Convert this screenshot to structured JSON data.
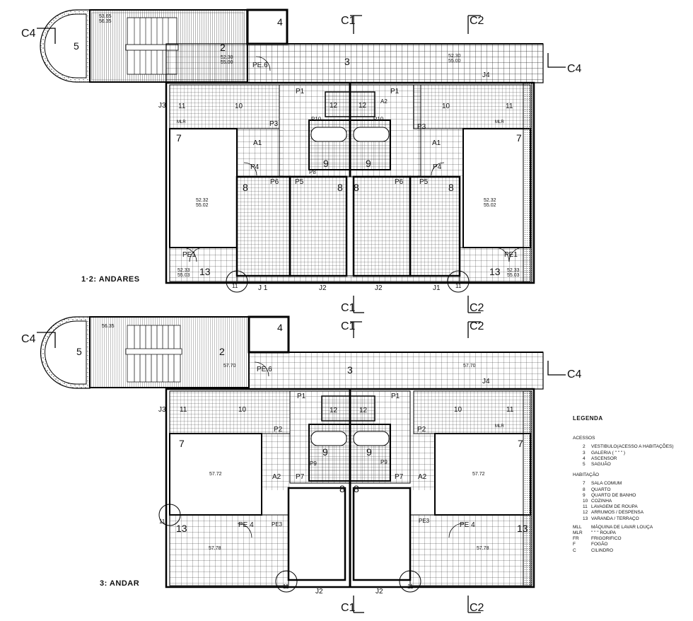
{
  "floors": {
    "upper": {
      "title": "1·2: ANDARES",
      "levels": {
        "stair": [
          "53.65",
          "56.35"
        ],
        "gallery_left": [
          "52.30",
          "55.00"
        ],
        "gallery_right": [
          "52.30",
          "55.00"
        ],
        "living_left": [
          "52.32",
          "55.02"
        ],
        "living_right": [
          "52.32",
          "55.02"
        ],
        "terrace_left": [
          "52.33",
          "55.03"
        ],
        "terrace_right": [
          "52.33",
          "55.03"
        ]
      }
    },
    "third": {
      "title": "3: ANDAR",
      "levels": {
        "stair": "56.35",
        "gallery_a": "57.70",
        "gallery_b": "57.70",
        "living_left": "57.72",
        "living_right": "57.72",
        "terrace_left": "57.78",
        "terrace_right": "57.78"
      }
    }
  },
  "sections": {
    "c1": "C1",
    "c2": "C2",
    "c4": "C4"
  },
  "upper_labels": {
    "r5": "5",
    "r4": "4",
    "r2": "2",
    "r3": "3",
    "pe6": "PE.6",
    "j4": "J4",
    "j3": "J3",
    "r11a": "11",
    "r10a": "10",
    "r10b": "10",
    "r11b": "11",
    "mlr_a": "MLR",
    "mlr_b": "MLR",
    "p1a": "P1",
    "p1b": "P1",
    "r12a": "12",
    "r12b": "12",
    "a2": "A2",
    "p3a": "P3",
    "p3b": "P3",
    "p10a": "P10",
    "p10b": "P10",
    "a1a": "A1",
    "a1b": "A1",
    "p4a": "P4",
    "p4b": "P4",
    "r9a": "9",
    "r9b": "9",
    "p8": "P8",
    "p6a": "P6",
    "p5a": "P5",
    "p6b": "P6",
    "p5b": "P5",
    "r7a": "7",
    "r7b": "7",
    "r8a": "8",
    "r8b": "8",
    "r8c": "8",
    "r8d": "8",
    "pe1a": "PE1",
    "pe1b": "PE1",
    "r13a": "13",
    "r13b": "13",
    "c11a": "11",
    "c11b": "11",
    "j1a": "J 1",
    "j2a": "J2",
    "j2b": "J2",
    "j1b": "J1"
  },
  "third_labels": {
    "r5": "5",
    "r4": "4",
    "r2": "2",
    "r3": "3",
    "pe6": "PE.6",
    "j4": "J4",
    "j3": "J3",
    "r11a": "11",
    "r10a": "10",
    "r10b": "10",
    "r11b": "11",
    "mlr": "MLR",
    "p1a": "P1",
    "p1b": "P1",
    "r12a": "12",
    "r12b": "12",
    "p2a": "P2",
    "p2b": "P2",
    "r9a": "9",
    "r9b": "9",
    "p9a": "P9",
    "p9b": "P9",
    "r7a": "7",
    "r7b": "7",
    "a2a": "A2",
    "p7a": "P7",
    "a2b": "A2",
    "p7b": "P7",
    "r8a": "8",
    "r8b": "8",
    "pe4a": "PE 4",
    "pe4b": "PE 4",
    "pe3a": "PE3",
    "pe3b": "PE3",
    "r13a": "13",
    "r13b": "13",
    "c11a": "11",
    "c11b": "11",
    "c11c": "11",
    "j2a": "J2",
    "j2b": "J2"
  },
  "legend": {
    "title": "LEGENDA",
    "access_title": "ACESSOS",
    "access": [
      {
        "code": "2",
        "text": "VESTIBULO(ACESSO A HABITAÇÕES)"
      },
      {
        "code": "3",
        "text": "GALERIA  (    \"      \"      \"      )"
      },
      {
        "code": "4",
        "text": "ASCENSOR"
      },
      {
        "code": "5",
        "text": "SAGUÃO"
      }
    ],
    "housing_title": "HABITAÇÃO",
    "housing": [
      {
        "code": "7",
        "text": "SALA COMUM"
      },
      {
        "code": "8",
        "text": "QUARTO"
      },
      {
        "code": "9",
        "text": "QUARTO DE BANHO"
      },
      {
        "code": "10",
        "text": "COZINHA"
      },
      {
        "code": "11",
        "text": "LAVAGEM DE ROUPA"
      },
      {
        "code": "12",
        "text": "ARRUMOS / DESPENSA"
      },
      {
        "code": "13",
        "text": "VARANDA / TERRAÇO"
      }
    ],
    "equipment": [
      {
        "code": "MLL",
        "text": "MÁQUINA DE LAVAR LOUÇA"
      },
      {
        "code": "MLR",
        "text": "     \"      \"     \"    ROUPA"
      },
      {
        "code": "FR",
        "text": "FRIGORIFICO"
      },
      {
        "code": "F",
        "text": "FOGÃO"
      },
      {
        "code": "C",
        "text": "CILINDRO"
      }
    ]
  }
}
